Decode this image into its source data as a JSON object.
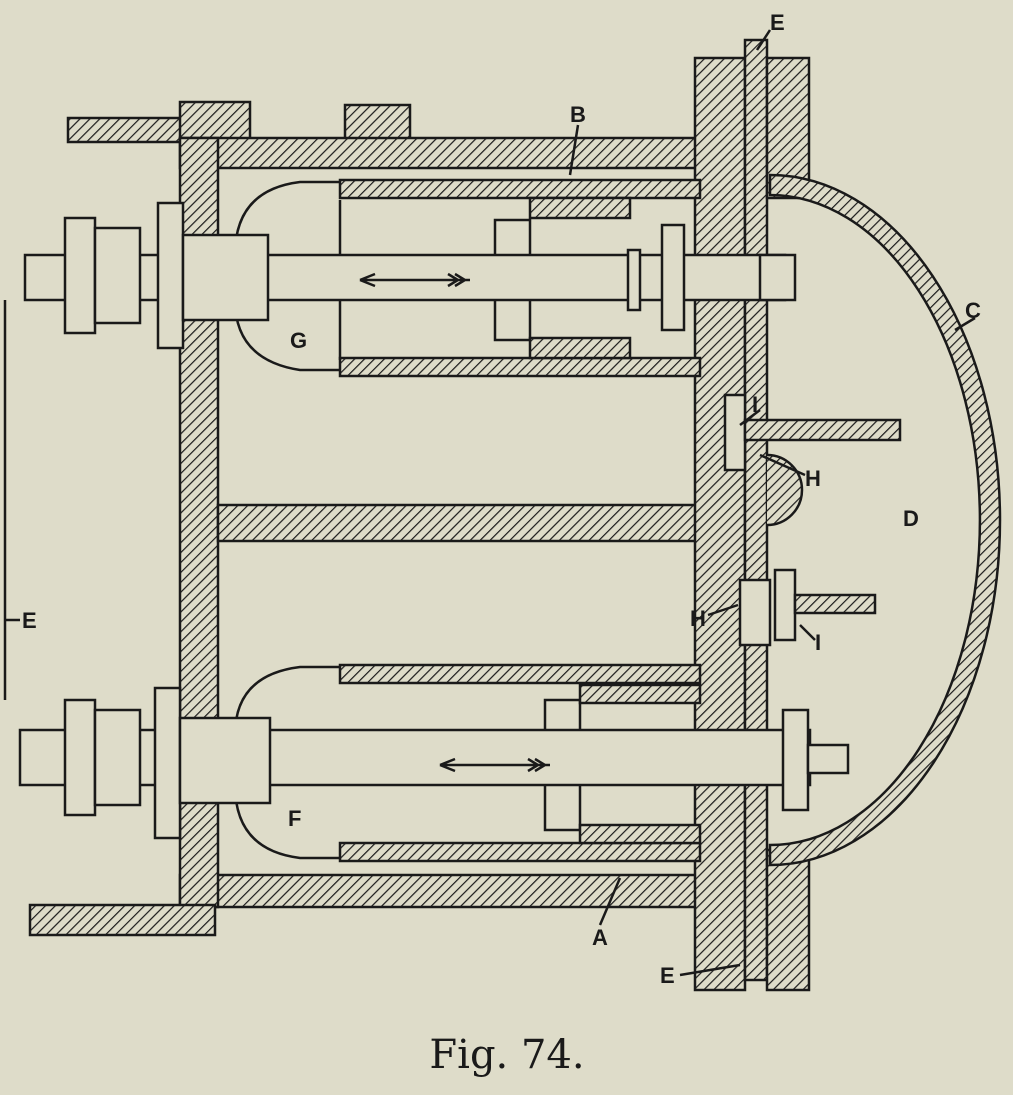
{
  "figure": {
    "caption": "Fig. 74.",
    "labels": {
      "E_top": "E",
      "B": "B",
      "C": "C",
      "G": "G",
      "I_upper": "I",
      "H_upper": "H",
      "D": "D",
      "E_left": "E",
      "H_lower": "H",
      "I_lower": "I",
      "F": "F",
      "A": "A",
      "E_bottom": "E"
    },
    "colors": {
      "paper": "#dedcc9",
      "ink": "#1a1a1a"
    }
  }
}
